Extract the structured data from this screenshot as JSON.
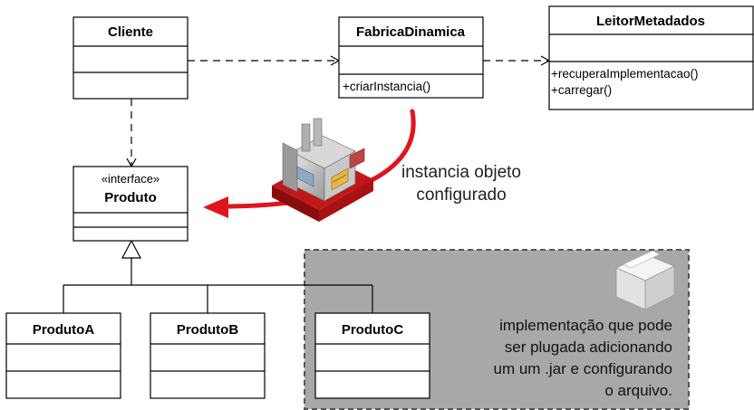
{
  "classes": {
    "cliente": {
      "name": "Cliente"
    },
    "fabrica": {
      "name": "FabricaDinamica",
      "operations": [
        "+criarInstancia()"
      ]
    },
    "leitor": {
      "name": "LeitorMetadados",
      "operations": [
        "+recuperaImplementacao()",
        "+carregar()"
      ]
    },
    "produto": {
      "stereotype": "«interface»",
      "name": "Produto"
    },
    "produtoA": {
      "name": "ProdutoA"
    },
    "produtoB": {
      "name": "ProdutoB"
    },
    "produtoC": {
      "name": "ProdutoC"
    }
  },
  "annotation": {
    "line1": "instancia objeto",
    "line2": "configurado"
  },
  "note": {
    "line1": "implementação que pode",
    "line2": "ser plugada adicionando",
    "line3": "um um .jar e configurando",
    "line4": "o arquivo."
  },
  "icons": [
    "factory-icon",
    "box-icon"
  ],
  "colors": {
    "arrow_red": "#e0141e",
    "note_fill": "#a8a8a8",
    "box_border": "#000000"
  }
}
